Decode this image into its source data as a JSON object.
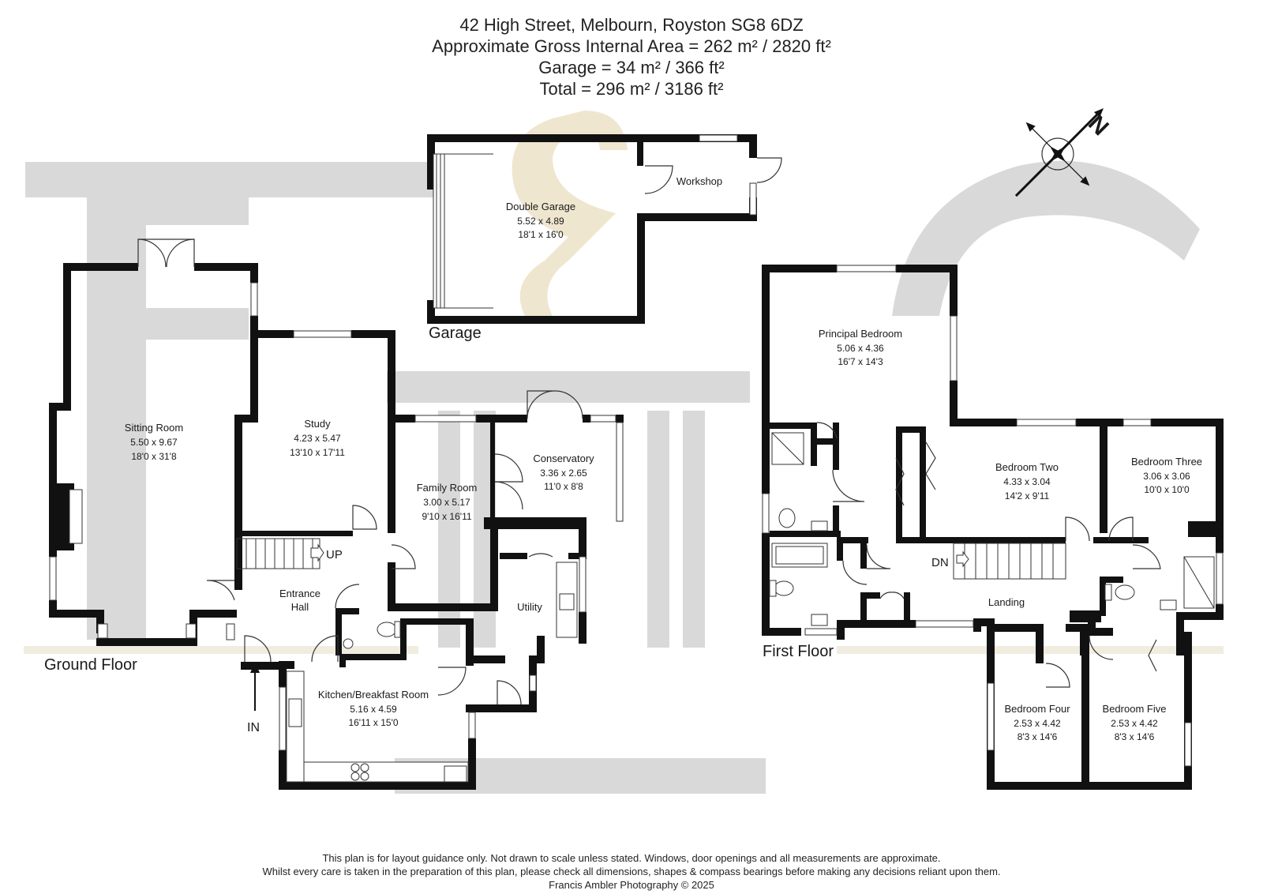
{
  "header": {
    "address": "42 High Street, Melbourn, Royston SG8 6DZ",
    "gross_area": "Approximate Gross Internal Area = 262 m² / 2820 ft²",
    "garage_area": "Garage = 34 m² / 366 ft²",
    "total_area": "Total = 296 m² / 3186 ft²"
  },
  "floors": {
    "ground": "Ground Floor",
    "first": "First Floor",
    "garage": "Garage"
  },
  "rooms": {
    "sitting_room": {
      "name": "Sitting Room",
      "metric": "5.50 x 9.67",
      "imperial": "18'0 x 31'8"
    },
    "study": {
      "name": "Study",
      "metric": "4.23 x 5.47",
      "imperial": "13'10 x 17'11"
    },
    "family_room": {
      "name": "Family Room",
      "metric": "3.00 x 5.17",
      "imperial": "9'10 x 16'11"
    },
    "conservatory": {
      "name": "Conservatory",
      "metric": "3.36 x 2.65",
      "imperial": "11'0 x 8'8"
    },
    "entrance_hall": {
      "name": "Entrance",
      "name2": "Hall"
    },
    "utility": {
      "name": "Utility"
    },
    "kitchen": {
      "name": "Kitchen/Breakfast Room",
      "metric": "5.16 x 4.59",
      "imperial": "16'11 x 15'0"
    },
    "double_garage": {
      "name": "Double Garage",
      "metric": "5.52 x 4.89",
      "imperial": "18'1 x 16'0"
    },
    "workshop": {
      "name": "Workshop"
    },
    "principal_bedroom": {
      "name": "Principal Bedroom",
      "metric": "5.06 x 4.36",
      "imperial": "16'7 x 14'3"
    },
    "bedroom_two": {
      "name": "Bedroom Two",
      "metric": "4.33 x 3.04",
      "imperial": "14'2 x 9'11"
    },
    "bedroom_three": {
      "name": "Bedroom Three",
      "metric": "3.06 x 3.06",
      "imperial": "10'0 x 10'0"
    },
    "landing": {
      "name": "Landing"
    },
    "bedroom_four": {
      "name": "Bedroom Four",
      "metric": "2.53 x 4.42",
      "imperial": "8'3 x 14'6"
    },
    "bedroom_five": {
      "name": "Bedroom Five",
      "metric": "2.53 x 4.42",
      "imperial": "8'3 x 14'6"
    }
  },
  "markers": {
    "up": "UP",
    "down": "DN",
    "entrance": "IN",
    "compass": "N"
  },
  "footer": {
    "line1": "This plan is for layout guidance only. Not drawn to scale unless stated. Windows, door openings and all measurements are approximate.",
    "line2": "Whilst every care is taken in the preparation of this plan, please check all dimensions, shapes & compass bearings before making any decisions reliant upon them.",
    "line3": "Francis Ambler Photography © 2025"
  }
}
